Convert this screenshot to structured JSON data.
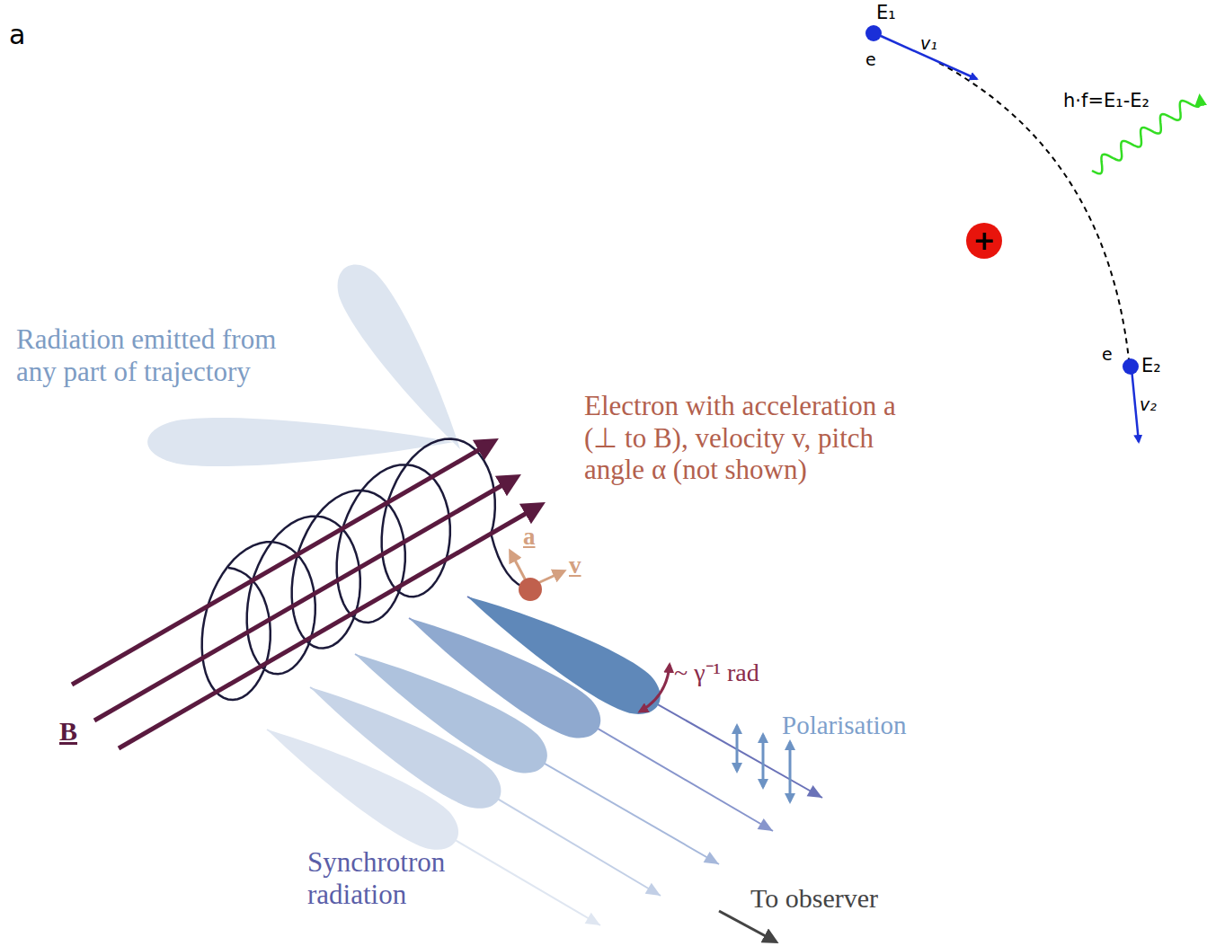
{
  "diagram": {
    "nodes": [
      {
        "text": [
          "+"
        ]
      }
    ],
    "labels": [
      "a",
      "E₁",
      "e",
      "v₁",
      "h·f=E₁-E₂",
      "e",
      "E₂",
      "v₂",
      "Radiation emitted from any part of trajectory",
      "Electron with acceleration a (⊥ to B), velocity v, pitch angle α (not shown)",
      "a",
      "v",
      "~ γ⁻¹ rad",
      "Polarisation",
      "B",
      "Synchrotron radiation",
      "To observer"
    ]
  }
}
